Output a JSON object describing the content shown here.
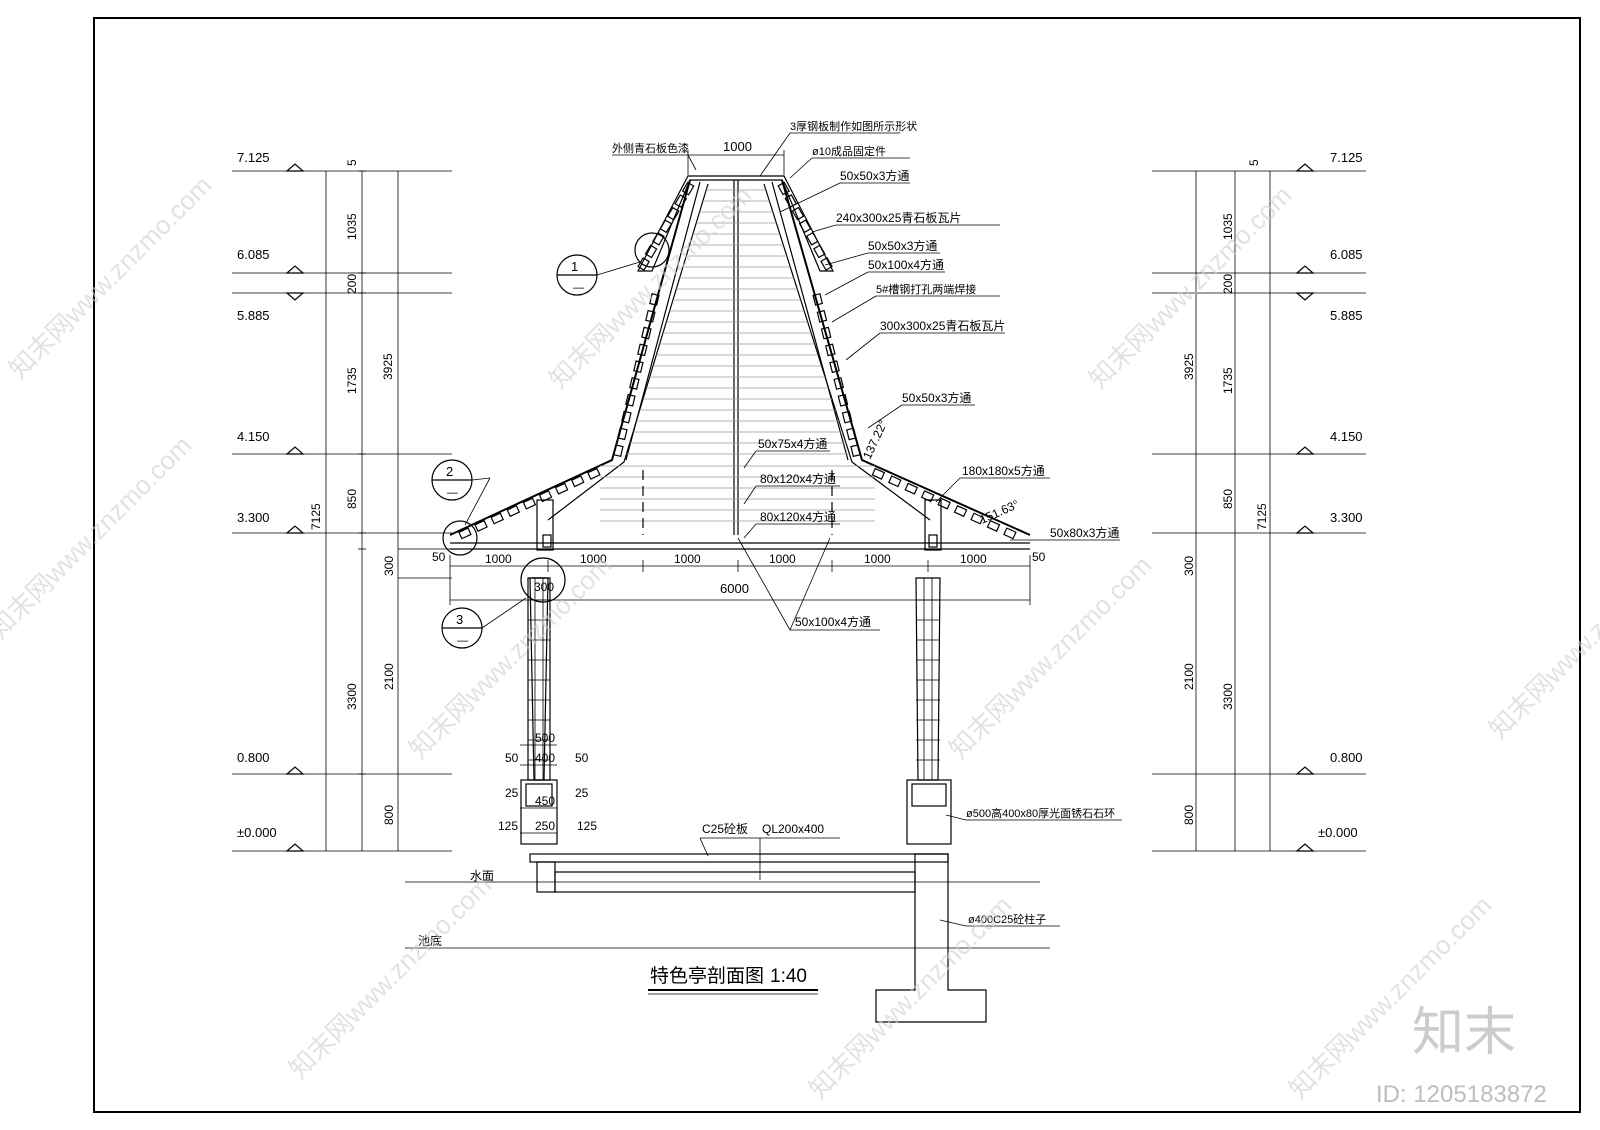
{
  "drawing": {
    "title": "特色亭剖面图",
    "scale": "1:40"
  },
  "elevations": [
    {
      "label": "7.125",
      "key": "e7125"
    },
    {
      "label": "6.085",
      "key": "e6085"
    },
    {
      "label": "5.885",
      "key": "e5885"
    },
    {
      "label": "4.150",
      "key": "e4150"
    },
    {
      "label": "3.300",
      "key": "e3300"
    },
    {
      "label": "0.800",
      "key": "e0800"
    },
    {
      "label": "±0.000",
      "key": "e0000"
    }
  ],
  "vertical_dims": {
    "inner": [
      "5",
      "1035",
      "200",
      "1735",
      "850",
      "300",
      "2100",
      "800"
    ],
    "middle": [
      "3925",
      "3300"
    ],
    "overall": "7125"
  },
  "horizontal_dims": {
    "bays": [
      "50",
      "1000",
      "1000",
      "1000",
      "1000",
      "1000",
      "1000",
      "50"
    ],
    "total": "6000",
    "top": "1000",
    "column_300": "300"
  },
  "base_dims": [
    "500",
    "50",
    "400",
    "50",
    "25",
    "450",
    "25",
    "125",
    "250",
    "125"
  ],
  "angles": [
    "137.22°",
    "151.63°"
  ],
  "callouts": {
    "c1": "外侧青石板色漆",
    "c2": "3厚钢板制作如图所示形状",
    "c3": "ø10成品固定件",
    "c4": "50x50x3方通",
    "c5": "240x300x25青石板瓦片",
    "c6": "50x50x3方通",
    "c7": "50x100x4方通",
    "c8": "5#槽钢打孔两端焊接",
    "c9": "300x300x25青石板瓦片",
    "c10": "50x50x3方通",
    "c11": "50x75x4方通",
    "c12": "80x120x4方通",
    "c13": "80x120x4方通",
    "c14": "180x180x5方通",
    "c15": "50x80x3方通",
    "c16": "50x100x4方通",
    "c17": "ø500高400x80厚光面锈石石环",
    "c18": "C25砼板",
    "c19": "QL200x400",
    "c20": "水面",
    "c21": "ø400C25砼柱子",
    "c22": "池底"
  },
  "detail_markers": [
    "1",
    "2",
    "3"
  ],
  "watermark": {
    "site": "知末网www.znzmo.com",
    "logo": "知末",
    "id_text": "ID: 1205183872"
  }
}
